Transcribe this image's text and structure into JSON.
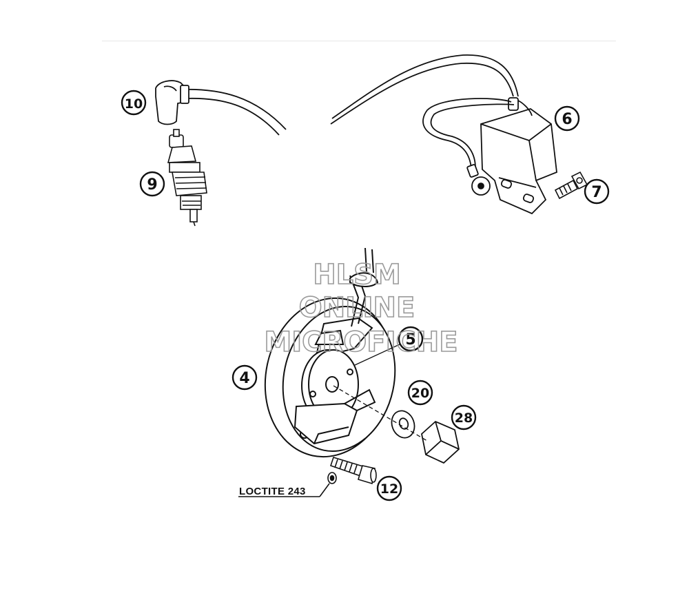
{
  "watermark": {
    "line1": "HLSM",
    "line2": "ONLINE",
    "line3": "MICROFICHE",
    "color": "#9a9a9a"
  },
  "callouts": {
    "c4": "4",
    "c5": "5",
    "c6": "6",
    "c7": "7",
    "c9": "9",
    "c10": "10",
    "c12": "12",
    "c20": "20",
    "c28": "28"
  },
  "notes": {
    "loctite": "LOCTITE 243"
  },
  "parts_icons": {
    "spark_plug_cap": "spark-plug-cap-icon",
    "spark_plug": "spark-plug-icon",
    "ignition_coil": "ignition-coil-icon",
    "bolt": "bolt-icon",
    "stator": "stator-icon",
    "rotor": "rotor-icon",
    "washer": "washer-icon",
    "nut": "nut-icon",
    "screw": "screw-icon"
  }
}
